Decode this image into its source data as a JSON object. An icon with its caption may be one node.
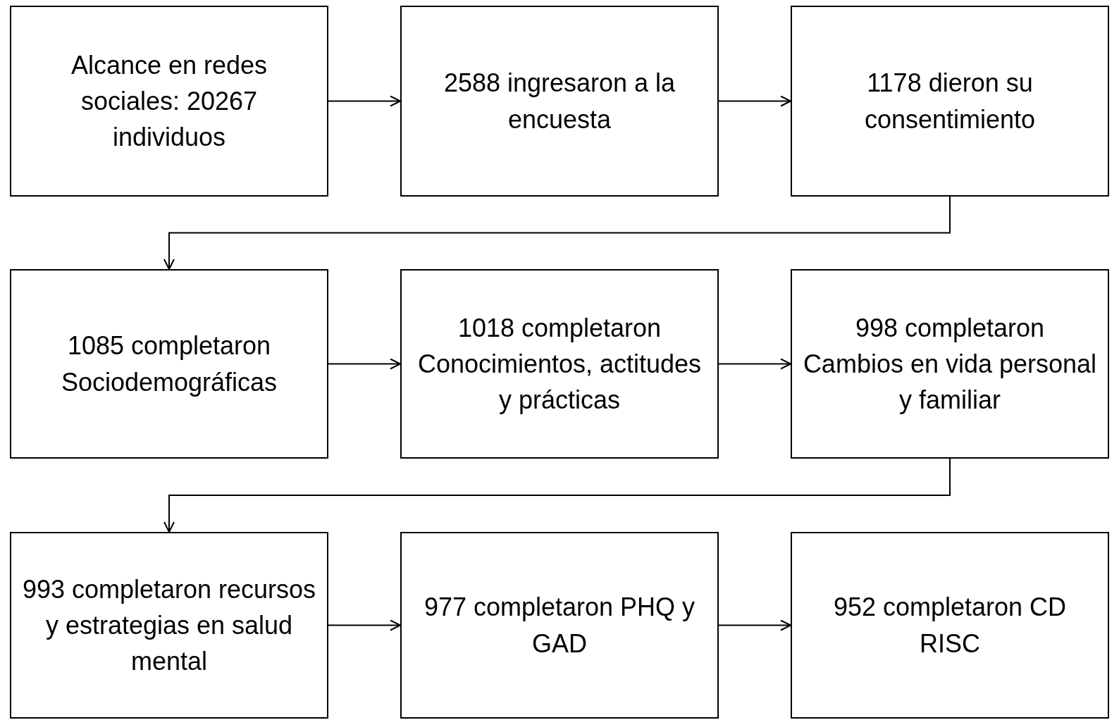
{
  "diagram": {
    "nodes": [
      {
        "text": [
          "Alcance en redes sociales: 20267 individuos"
        ]
      },
      {
        "text": [
          "2588 ingresaron a la encuesta"
        ]
      },
      {
        "text": [
          "1178 dieron su consentimiento"
        ]
      },
      {
        "text": [
          "1085 completaron Sociodemográficas"
        ]
      },
      {
        "text": [
          "1018 completaron Conocimientos, actitudes y prácticas"
        ]
      },
      {
        "text": [
          "998 completaron Cambios en vida personal y familiar"
        ]
      },
      {
        "text": [
          "993 completaron recursos y estrategias en salud mental"
        ]
      },
      {
        "text": [
          "977 completaron PHQ y GAD"
        ]
      },
      {
        "text": [
          "952 completaron CD RISC"
        ]
      }
    ],
    "edges": [
      {
        "from": 0,
        "to": 1,
        "arrow": "to"
      },
      {
        "from": 1,
        "to": 2,
        "arrow": "to"
      },
      {
        "from": 2,
        "to": 3,
        "arrow": "to"
      },
      {
        "from": 3,
        "to": 4,
        "arrow": "to"
      },
      {
        "from": 4,
        "to": 5,
        "arrow": "to"
      },
      {
        "from": 5,
        "to": 6,
        "arrow": "to"
      },
      {
        "from": 6,
        "to": 7,
        "arrow": "to"
      },
      {
        "from": 7,
        "to": 8,
        "arrow": "to"
      }
    ]
  }
}
